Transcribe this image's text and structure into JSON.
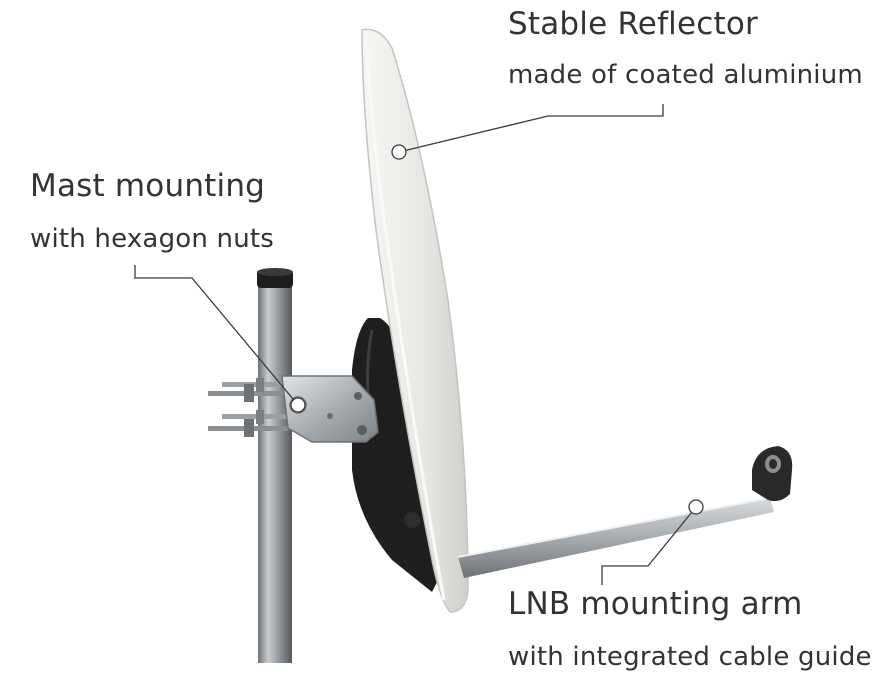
{
  "callouts": {
    "reflector": {
      "title": "Stable Reflector",
      "subtitle": "made of coated aluminium"
    },
    "mast": {
      "title": "Mast mounting",
      "subtitle": "with hexagon nuts"
    },
    "lnb": {
      "title": "LNB mounting arm",
      "subtitle": "with integrated cable guide"
    }
  },
  "colors": {
    "leader_line": "#3a3a3a",
    "dish": "#ececea",
    "bracket_black": "#1f1f1f",
    "metal": "#b8bcc0"
  }
}
